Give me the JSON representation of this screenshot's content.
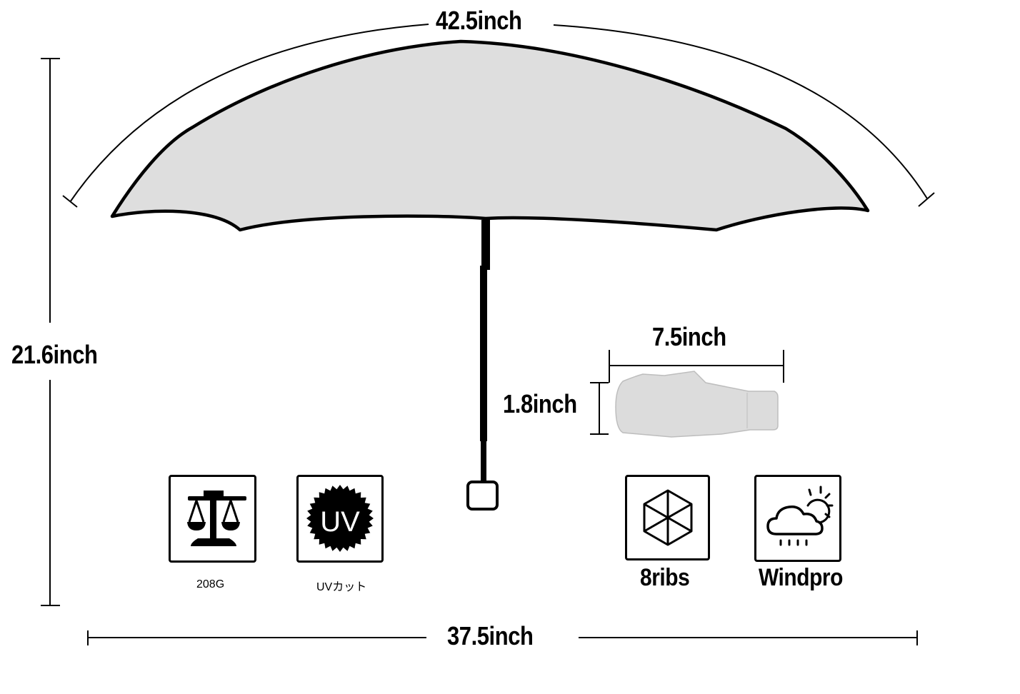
{
  "dimensions": {
    "arc_length": "42.5inch",
    "height": "21.6inch",
    "width": "37.5inch",
    "folded_length": "7.5inch",
    "folded_diameter": "1.8inch"
  },
  "features": [
    {
      "icon": "balance-scale-icon",
      "label": "208G"
    },
    {
      "icon": "uv-badge-icon",
      "badge_text": "UV",
      "label": "UVカット"
    },
    {
      "icon": "hexagon-ribs-icon",
      "label": "8ribs"
    },
    {
      "icon": "weather-cloud-sun-icon",
      "label": "Windpro"
    }
  ],
  "colors": {
    "canopy": "#dedede",
    "folded": "#dcdcdc",
    "line": "#000000"
  }
}
